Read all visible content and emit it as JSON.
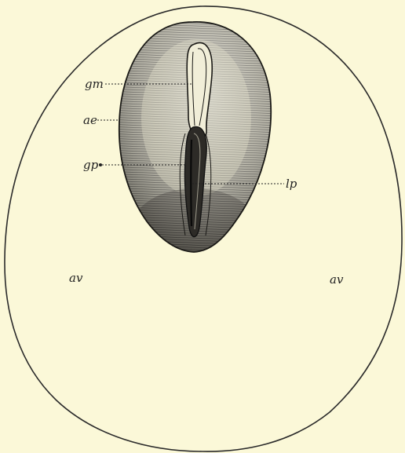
{
  "figure": {
    "labels": {
      "gm": "gm",
      "ae": "ae",
      "gp": "gp",
      "lp": "lp",
      "av_left": "av",
      "av_right": "av"
    },
    "colors": {
      "paper": "#fbf8d8",
      "ink": "#222222",
      "embryo_dark": "#3a3834",
      "embryo_light": "#cfccb8",
      "groove": "#1a1916"
    }
  }
}
